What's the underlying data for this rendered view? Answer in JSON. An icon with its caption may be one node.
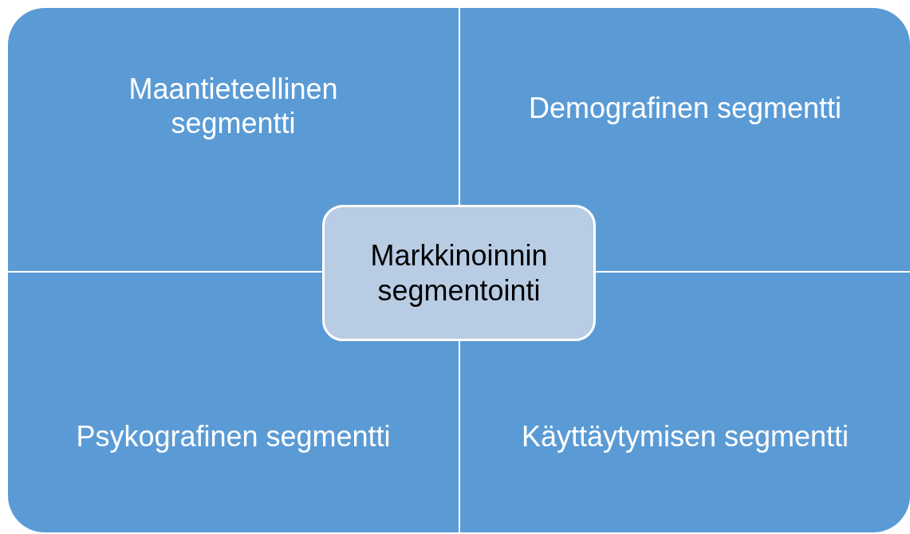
{
  "diagram": {
    "nodes": [
      {
        "text": [
          "Maantieteellinen segmentti"
        ]
      },
      {
        "text": [
          "Demografinen segmentti"
        ]
      },
      {
        "text": [
          "Markkinoinnin segmentointi"
        ]
      },
      {
        "text": [
          "Psykografinen segmentti"
        ]
      },
      {
        "text": [
          "Käyttäytymisen segmentti"
        ]
      }
    ]
  }
}
